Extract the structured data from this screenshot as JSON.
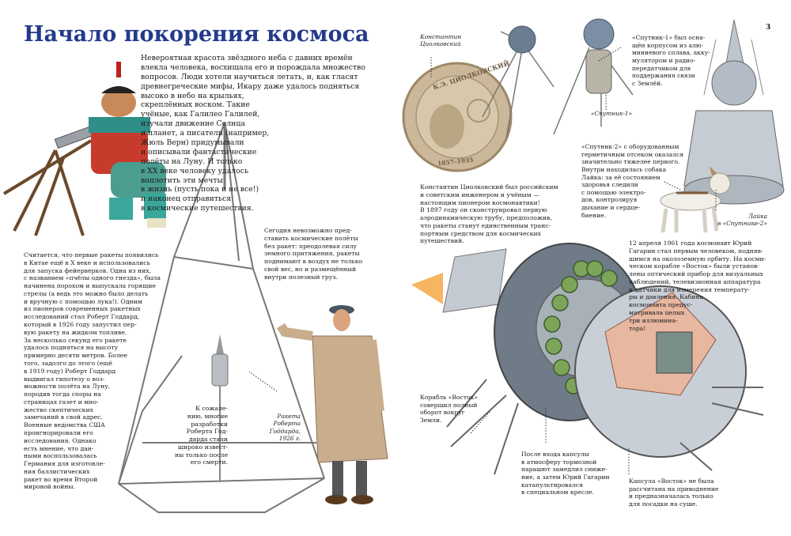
{
  "title": "Начало покорения космоса",
  "page_number": "3",
  "intro": "Невероятная красота звёздного неба с давних времён\nвлекла человека, восхищала его и порождала множество\nвопросов. Люди хотели научиться летать, и, как гласят\nдревнегреческие мифы, Икару даже удалось подняться\nвысоко в небо на крыльях,\nскреплённых воском. Такие\nучёные, как Галилео Галилей,\nизучали движение Солнца\nи планет, а писатели (например,\nЖюль Верн) придумывали\nи описывали фантастические\nполёты на Луну. И только\nв XX веке человеку удалось\nвоплотить эти мечты\nв жизнь (пусть пока и не все!)\nи наконец отправиться\nв космические путешествия.",
  "rockets_history": "Считается, что первые ракеты появились\nв Китае ещё в X веке и использовались\nдля запуска фейерверков. Одна из них,\nс названием «пчёлы одного гнезда», была\nначинена порохом и выпускала горящие\nстрелы (а ведь это можно было делать\nи вручную с помощью лука!). Одним\nиз пионеров современных ракетных\nисследований стал Роберт Годдард,\nкоторый в 1926 году запустил пер-\nвую ракету на жидком топливе.\nЗа несколько секунд его ракете\nудалось подняться на высоту\nпримерно десяти метров. Более\nтого, задолго до этого (ещё\nв 1919 году) Роберт Годдард\nвыдвигал гипотезу о воз-\nможности полёта на Луну,\nпородив тогда споры на\nстраницах газет и мно-\nжество скептических\nзамечаний в свой адрес.\nВоенные ведомства США\nпроигнорировали его\nисследования. Однако\nесть мнение, что дан-\nными воспользовалась\nГермания для изготовле-\nния баллистических\nракет во время Второй\nмировой войны.",
  "gravity_text": "Сегодня невозможно пред-\nставить космические полёты\nбез ракет: преодолевая силу\nземного притяжения, ракеты\nподнимают в воздух не только\nсвой вес, но и размещённый\nвнутри полезный груз.",
  "goddard_note": "К сожале-\nнию, многие\nразработки\nРоберта Год-\nдарда стали\nширокo извест-\nны только после\nего смерти.",
  "goddard_caption": "Ракета\nРоберта\nГоддарда,\n1926 г.",
  "tsiolkovsky_label": "Константин\nЦиолковский",
  "coin_text": "К.Э. ЦИОЛКОВСКИЙ",
  "coin_years": "1857–1935",
  "tsiolkovsky_text": "Константин Циолковский был российским\nи советским инженером и учёным —\nнастоящим пионером космонавтики!\nВ 1897 году он сконструировал первую\nаэродинамическую трубу, предположив,\nчто ракеты станут единственным транс-\nпортным средством для космических\nпутешествий.",
  "sputnik1_text": "«Спутник-1» был осна-\nщён корпусом из алю-\nминиевого сплава, акку-\nмулятором и радио-\nпередатчиком для\nподдержания связи\nс Землёй.",
  "sputnik1_caption": "«Спутник-1»",
  "sputnik2_text": "«Спутник-2» с оборудованным\nгерметичным отсеком оказался\nзначительно тяжелее первого.\nВнутри находилась собака\nЛайка: за её состоянием\nздоровья следили\nс помощью электро-\nдов, контролируя\nдыхание и сердце-\nбиение.",
  "laika_caption": "Лайка\nв «Спутнике-2»",
  "gagarin_text": "12 апреля 1961 года космонавт Юрий\nГагарин стал первым человеком, подняв-\nшимся на околоземную орбиту. На косми-\nческом корабле «Восток» были установ-\nлены оптический прибор для визуальных\nнаблюдений, телевизионная аппаратура\nи датчики для измерения температу-\nры и давления. Кабина\nкосмонавта предус-\nматривала целых\nтри иллюмина-\nтора!",
  "vostok_text": "Корабль «Восток»\nсовершил полный\nоборот вокруг\nЗемли.",
  "landing_text": "После входа капсулы\nв атмосферу тормозной\nпарашют замедлил сниже-\nние, а затем Юрий Гагарин\nкатапультировался\nв специальном кресле.",
  "capsule_text": "Капсула «Восток» не была\nрассчитана на приводнение\nи предназначалась только\nдля посадки на суше."
}
